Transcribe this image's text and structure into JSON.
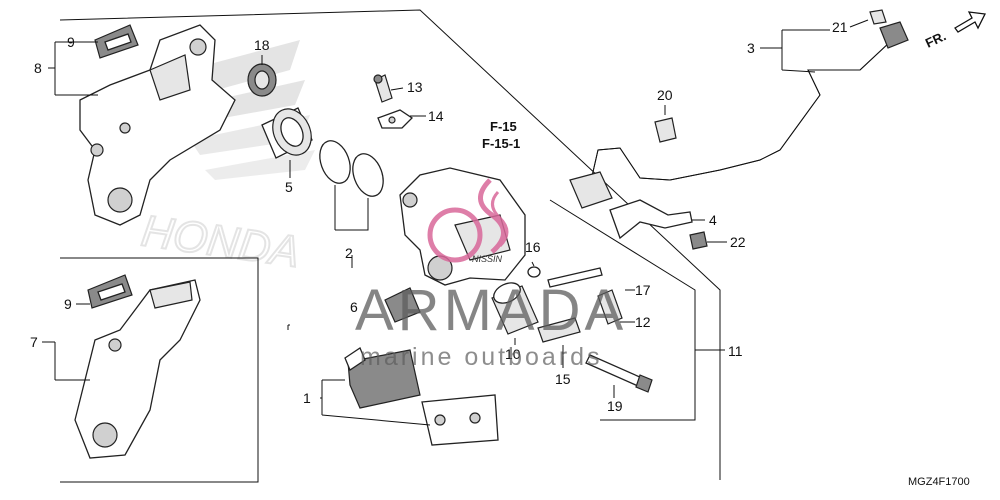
{
  "diagram": {
    "callouts": {
      "c1": "1",
      "c2": "2",
      "c3": "3",
      "c4": "4",
      "c5": "5",
      "c6": "6",
      "c7": "7",
      "c8": "8",
      "c9a": "9",
      "c9b": "9",
      "c10": "10",
      "c11": "11",
      "c12": "12",
      "c13": "13",
      "c14": "14",
      "c15": "15",
      "c16": "16",
      "c17": "17",
      "c18": "18",
      "c19": "19",
      "c20": "20",
      "c21": "21",
      "c22": "22"
    },
    "section_refs": [
      "F-15",
      "F-15-1"
    ],
    "direction_label": "FR.",
    "diagram_code": "MGZ4F1700",
    "watermark_text": "HONDA",
    "overlay_brand": "ARMADA",
    "overlay_tagline": "marine outboards"
  },
  "colors": {
    "line": "#111111",
    "watermark_gray": "#cfcfcf",
    "overlay_brand": "#5c5c5c",
    "overlay_accent": "#d9689a"
  }
}
